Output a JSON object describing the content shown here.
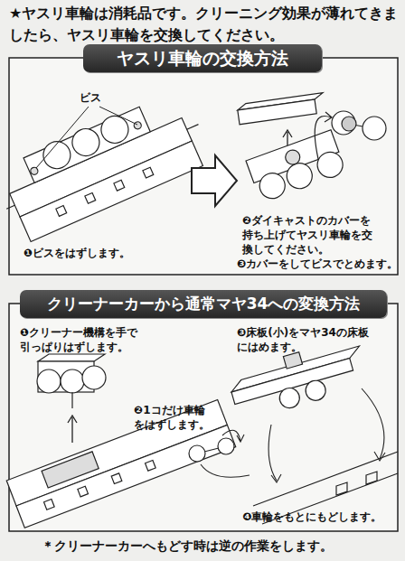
{
  "diagram": {
    "nodes": [
      {
        "text": [
          "ヤスリ車輪の交換方法"
        ]
      },
      {
        "text": [
          "クリーナーカーから通常マヤ34への変換方法"
        ]
      }
    ],
    "labels": [
      "★ヤスリ車輪は消耗品です。クリーニング効果が薄れてきましたら、ヤスリ車輪を交換してください。",
      "ビス",
      "❶ビスをはずします。",
      "❷ダイキャストのカバーを持ち上げてヤスリ車輪を交換してください。",
      "❸カバーをしてビスでとめます。",
      "❶クリーナー機構を手で引っぱりはずします。",
      "❸床板(小)をマヤ34の床板にはめます。",
      "❷1コだけ車輪をはずします。",
      "❹車輪をもとにもどします。",
      "＊クリーナーカーへもどす時は逆の作業をします。"
    ]
  }
}
